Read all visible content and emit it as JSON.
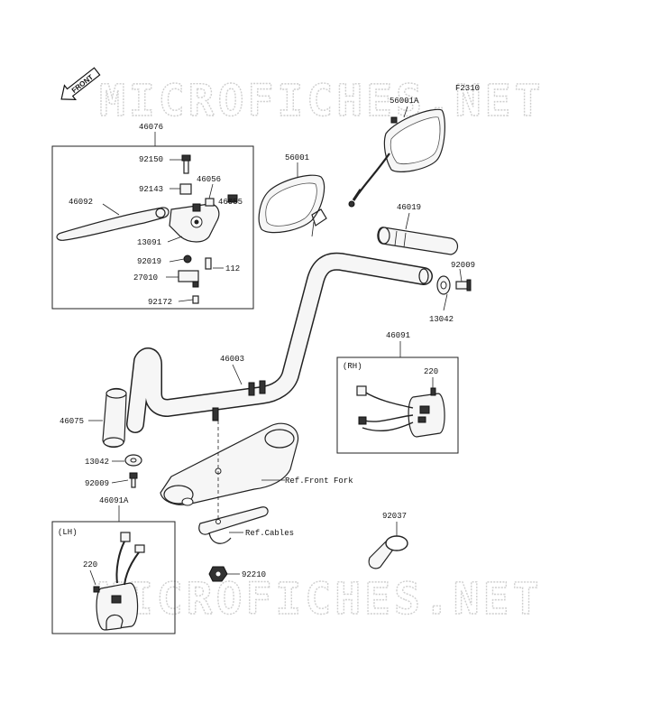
{
  "figure_code": "F2310",
  "front_label": "FRONT",
  "watermark_top": "MICROFICHES.NET",
  "watermark_bottom": "MICROFICHES.NET",
  "callouts": {
    "c46076": "46076",
    "c92150": "92150",
    "c92143": "92143",
    "c46056": "46056",
    "c46055": "46055",
    "c46092": "46092",
    "c13091": "13091",
    "c92019": "92019",
    "c112": "112",
    "c27010": "27010",
    "c92172": "92172",
    "c56001": "56001",
    "c56001A": "56001A",
    "c46019": "46019",
    "c92009a": "92009",
    "c13042a": "13042",
    "c46091": "46091",
    "rh": "(RH)",
    "c220a": "220",
    "c46003": "46003",
    "c46075": "46075",
    "c13042b": "13042",
    "c92009b": "92009",
    "ref_fork": "Ref.Front Fork",
    "c46091A": "46091A",
    "lh": "(LH)",
    "c220b": "220",
    "ref_cables": "Ref.Cables",
    "c92210": "92210",
    "c92037": "92037"
  }
}
